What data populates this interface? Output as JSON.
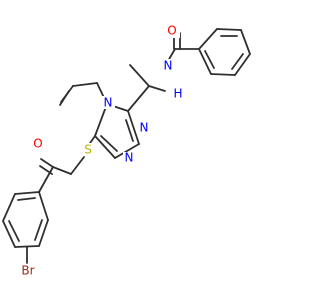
{
  "molecule": {
    "atom_labels": {
      "amide_oxygen": "O",
      "amide_nitrogen": "N",
      "amide_hydrogen": "H",
      "ring_nitrogen_4": "N",
      "ring_nitrogen_1": "N",
      "ring_nitrogen_2": "N",
      "sulfur": "S",
      "ketone_oxygen": "O",
      "bromine": "Br"
    },
    "colors": {
      "bond": "#2f2f2f",
      "oxygen": "#ff0000",
      "nitrogen": "#0000ff",
      "sulfur": "#b8b800",
      "bromine": "#9b2a1a"
    }
  }
}
